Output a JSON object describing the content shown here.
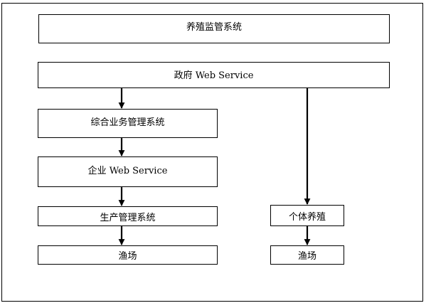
{
  "diagram": {
    "nodes": {
      "title": "养殖监管系统",
      "gov_ws": "政府 Web Service",
      "biz_mgmt": "综合业务管理系统",
      "ent_ws": "企业 Web Service",
      "prod_mgmt": "生产管理系统",
      "fishery_left": "渔场",
      "individual": "个体养殖",
      "fishery_right": "渔场"
    },
    "edges": [
      {
        "from": "gov_ws",
        "to": "biz_mgmt"
      },
      {
        "from": "biz_mgmt",
        "to": "ent_ws"
      },
      {
        "from": "ent_ws",
        "to": "prod_mgmt"
      },
      {
        "from": "prod_mgmt",
        "to": "fishery_left"
      },
      {
        "from": "gov_ws",
        "to": "individual"
      },
      {
        "from": "individual",
        "to": "fishery_right"
      }
    ]
  }
}
